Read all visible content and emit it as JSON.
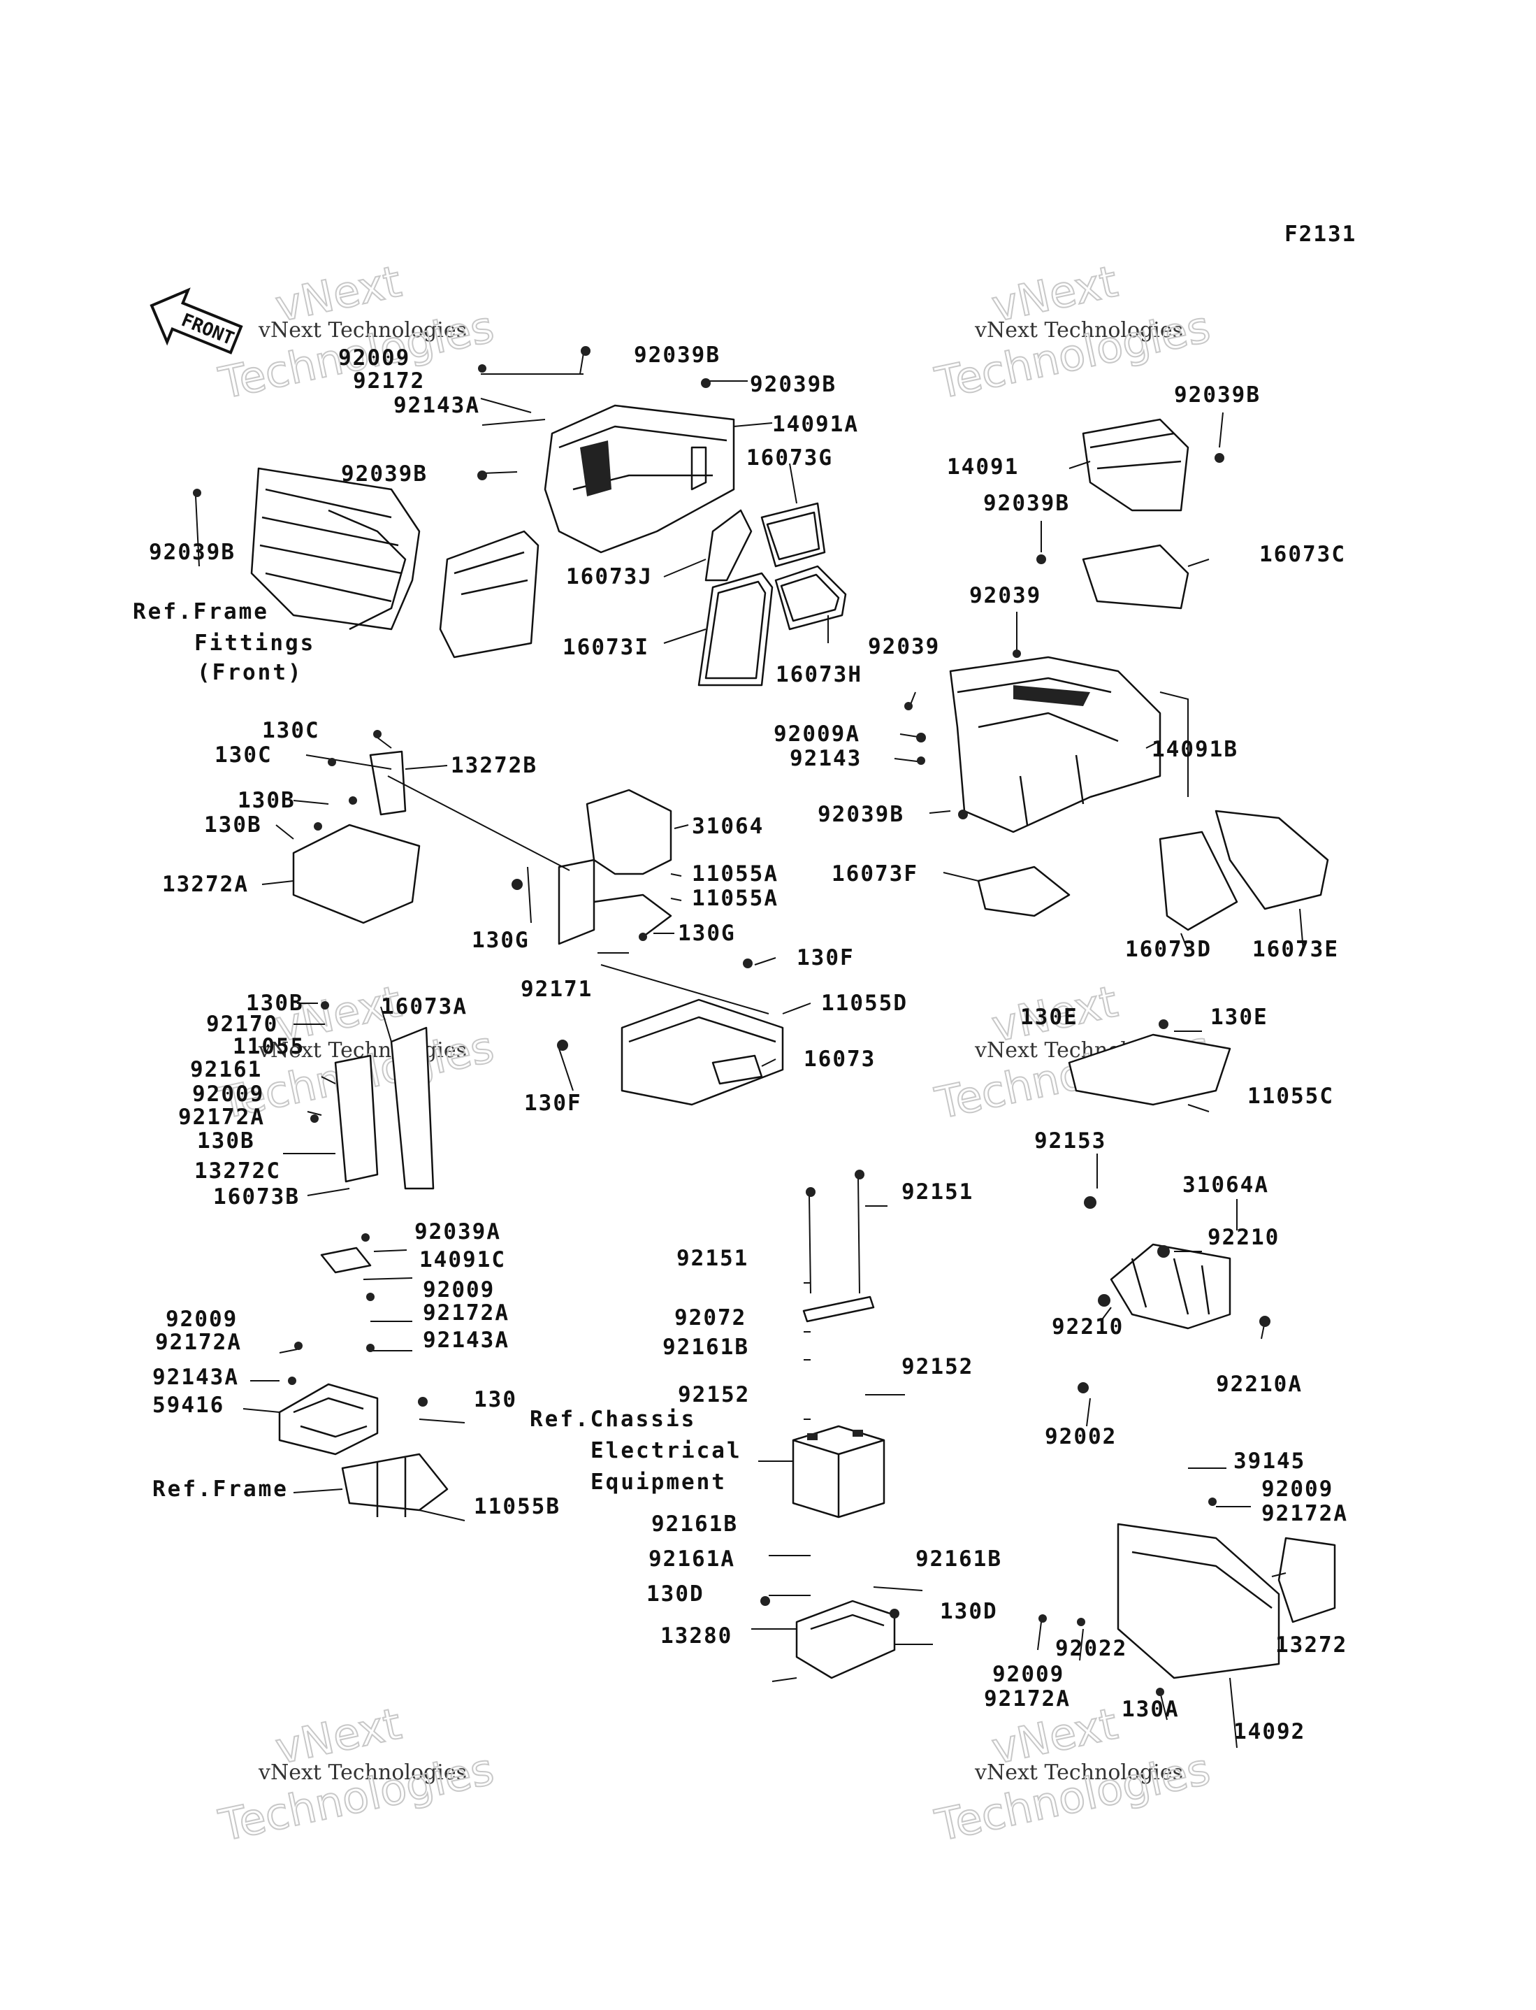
{
  "figure_code": "F2131",
  "front_label": "FRONT",
  "watermark": {
    "line1": "vNext Technologies",
    "line2": "vNext",
    "line3": "Technologies"
  },
  "refs": {
    "frame_fittings_1": "Ref.Frame",
    "frame_fittings_2": "Fittings",
    "frame_fittings_3": "(Front)",
    "chassis_1": "Ref.Chassis",
    "chassis_2": "Electrical",
    "chassis_3": "Equipment",
    "frame": "Ref.Frame"
  },
  "parts": {
    "p92009_a": "92009",
    "p92172_a": "92172",
    "p92143A_a": "92143A",
    "p92039B_1": "92039B",
    "p92039B_2": "92039B",
    "p14091A": "14091A",
    "p16073G": "16073G",
    "p92039B_3": "92039B",
    "p92039B_4": "92039B",
    "p16073J": "16073J",
    "p16073I": "16073I",
    "p16073H": "16073H",
    "p92039B_5": "92039B",
    "p14091": "14091",
    "p92039B_6": "92039B",
    "p16073C": "16073C",
    "p92039_1": "92039",
    "p92039_2": "92039",
    "p92009A": "92009A",
    "p92143_r": "92143",
    "p14091B": "14091B",
    "p92039B_7": "92039B",
    "p16073F": "16073F",
    "p16073D": "16073D",
    "p16073E": "16073E",
    "p130C_1": "130C",
    "p130C_2": "130C",
    "p13272B": "13272B",
    "p130B_1": "130B",
    "p130B_2": "130B",
    "p13272A": "13272A",
    "p31064": "31064",
    "p11055A_1": "11055A",
    "p11055A_2": "11055A",
    "p130G_1": "130G",
    "p130G_2": "130G",
    "p130F_1": "130F",
    "p11055D": "11055D",
    "p92171": "92171",
    "p16073": "16073",
    "p130F_2": "130F",
    "p130B_3": "130B",
    "p92170": "92170",
    "p11055": "11055",
    "p16073A": "16073A",
    "p92161": "92161",
    "p92009_b": "92009",
    "p92172A_b": "92172A",
    "p130B_4": "130B",
    "p13272C": "13272C",
    "p16073B": "16073B",
    "p130E_1": "130E",
    "p130E_2": "130E",
    "p11055C": "11055C",
    "p92153": "92153",
    "p31064A": "31064A",
    "p92210_1": "92210",
    "p92210_2": "92210",
    "p92210A": "92210A",
    "p92002": "92002",
    "p92151_1": "92151",
    "p92151_2": "92151",
    "p92072": "92072",
    "p92161B_1": "92161B",
    "p92152_1": "92152",
    "p92152_2": "92152",
    "p92161B_2": "92161B",
    "p92161A": "92161A",
    "p92161B_3": "92161B",
    "p130D_1": "130D",
    "p130D_2": "130D",
    "p13280": "13280",
    "p92039A": "92039A",
    "p14091C": "14091C",
    "p92009_c": "92009",
    "p92172A_c": "92172A",
    "p92143A_c": "92143A",
    "p92009_d": "92009",
    "p92172A_d": "92172A",
    "p92143A_d": "92143A",
    "p59416": "59416",
    "p130": "130",
    "p11055B": "11055B",
    "p39145": "39145",
    "p92009_e": "92009",
    "p92172A_e": "92172A",
    "p13272": "13272",
    "p92022": "92022",
    "p92009_f": "92009",
    "p92172A_f": "92172A",
    "p130A": "130A",
    "p14092": "14092"
  }
}
